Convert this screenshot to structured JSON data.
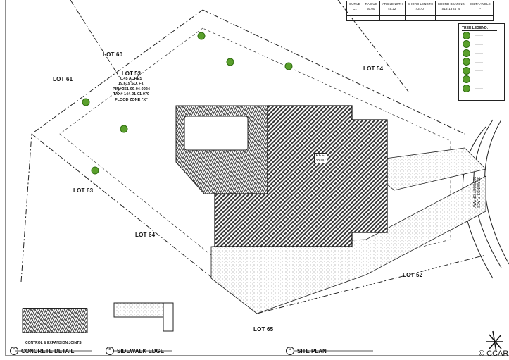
{
  "curve_table": {
    "headers": [
      "CURVE",
      "RADIUS",
      "ARC LENGTH",
      "CHORD LENGTH",
      "CHORD BEARING",
      "DELTA ANGLE"
    ],
    "rows": [
      [
        "C1",
        "50.00'",
        "45.22'",
        "43.70'",
        "S13°13'24\"W",
        "--"
      ]
    ]
  },
  "tree_legend": {
    "title": "TREE LEGEND:",
    "colors": {
      "tree": "#5aa02c"
    }
  },
  "lots": {
    "lot60": "LOT 60",
    "lot61": "LOT 61",
    "lot54": "LOT 54",
    "lot63": "LOT 63",
    "lot64": "LOT 64",
    "lot52": "LOT 52",
    "lot65": "LOT 65"
  },
  "subject_lot": {
    "name": "LOT 53",
    "acres": "0.45 ACRES",
    "sqft": "19,619 SQ. FT.",
    "pin": "PIN# 351-09-04-0024",
    "tax": "TAX# 144-21-01-079",
    "flood": "FLOOD ZONE \"X\""
  },
  "ffe": {
    "label": "F.F.E.",
    "value": "33.00'"
  },
  "road": {
    "name": "SEAWINDS PLACE",
    "row": "50' RIGHT OF WAY"
  },
  "details": {
    "joints_note": "CONTROL & EXPANSION JOINTS",
    "a": {
      "marker": "A",
      "title": "CONCRETE DETAIL"
    },
    "b": {
      "marker": "B",
      "title": "SIDEWALK EDGE"
    },
    "c": {
      "marker": "1",
      "title": "SITE PLAN"
    }
  },
  "copyright": "© CCAR"
}
